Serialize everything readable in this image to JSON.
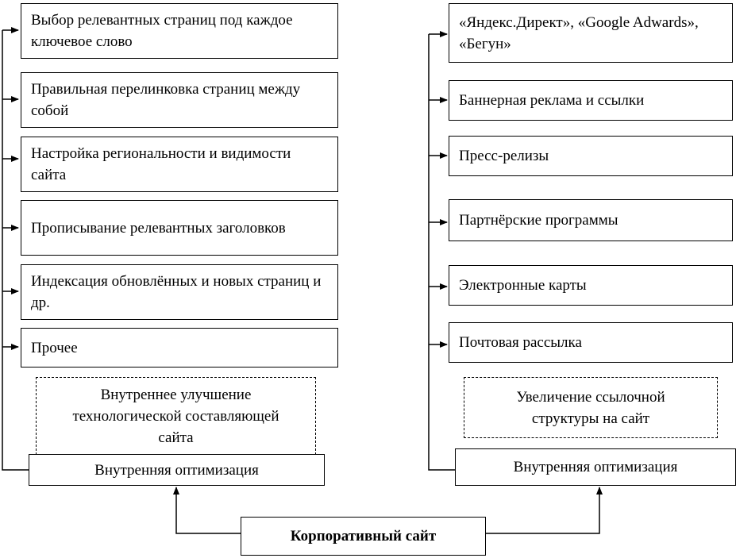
{
  "root": {
    "label": "Корпоративный сайт"
  },
  "left_branch": {
    "title": "Внутренняя оптимизация",
    "description": "Внутреннее улучшение технологической составляющей сайта",
    "items": [
      {
        "label": "Выбор релевантных страниц под каждое ключевое слово"
      },
      {
        "label": "Правильная перелинковка страниц между собой"
      },
      {
        "label": "Настройка региональности и видимости сайта"
      },
      {
        "label": "Прописывание релевантных заголовков"
      },
      {
        "label": "Индексация обновлённых и новых страниц и др."
      },
      {
        "label": "Прочее"
      }
    ]
  },
  "right_branch": {
    "title": "Внутренняя оптимизация",
    "description": "Увеличение ссылочной структуры на сайт",
    "items": [
      {
        "label": "«Яндекс.Директ», «Google Adwards», «Бегун»"
      },
      {
        "label": "Баннерная реклама и ссылки"
      },
      {
        "label": "Пресс-релизы"
      },
      {
        "label": "Партнёрские программы"
      },
      {
        "label": "Электронные карты"
      },
      {
        "label": "Почтовая рассылка"
      }
    ]
  }
}
